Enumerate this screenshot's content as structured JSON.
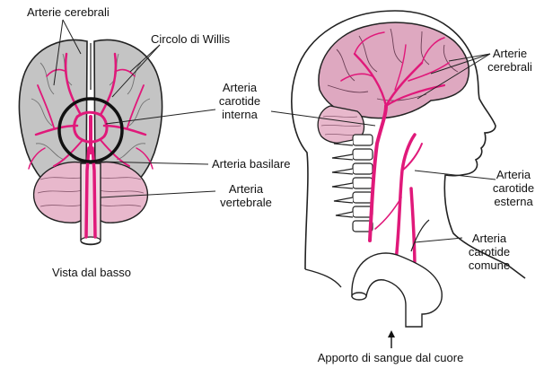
{
  "labels": {
    "arterie_cerebrali_left": "Arterie cerebrali",
    "circolo_di_willis": "Circolo di Willis",
    "arteria_carotide_interna": [
      "Arteria",
      "carotide",
      "interna"
    ],
    "arteria_basilare": "Arteria basilare",
    "arteria_vertebrale": [
      "Arteria",
      "vertebrale"
    ],
    "vista_dal_basso": "Vista dal basso",
    "arterie_cerebrali_right": [
      "Arterie",
      "cerebrali"
    ],
    "arteria_carotide_esterna": [
      "Arteria",
      "carotide",
      "esterna"
    ],
    "arteria_carotide_comune": [
      "Arteria",
      "carotide",
      "comune"
    ],
    "apporto_di_sangue": "Apporto di sangue dal cuore"
  },
  "colors": {
    "artery": "#e0197a",
    "brain_gray": "#c4c4c4",
    "cerebellum_pink": "#e8b8cc",
    "brain_pink": "#dea8c0",
    "outline": "#222222"
  }
}
